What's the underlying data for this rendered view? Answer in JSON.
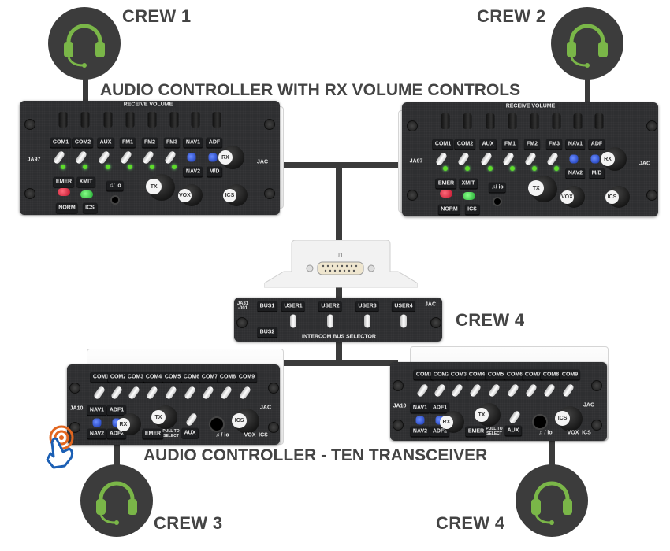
{
  "crews": {
    "crew1": "CREW 1",
    "crew2": "CREW 2",
    "crew3": "CREW 3",
    "crew4_mid": "CREW 4",
    "crew4_bottom": "CREW 4"
  },
  "titles": {
    "top": "AUDIO CONTROLLER WITH RX VOLUME CONTROLS",
    "bottom": "AUDIO CONTROLLER - TEN TRANSCEIVER"
  },
  "colors": {
    "headset_green": "#7ab648",
    "circle": "#3c3c3c",
    "wire": "#3b3b3b",
    "panel": "#2e2f31"
  },
  "rx_panel": {
    "model": "JA97",
    "brand": "JAC",
    "receive_volume": "RECEIVE VOLUME",
    "channels": [
      "COM1",
      "COM2",
      "AUX",
      "FM1",
      "FM2",
      "FM3",
      "NAV1",
      "ADF"
    ],
    "sub": [
      "NAV2",
      "M/D"
    ],
    "emer": "EMER",
    "xmit": "XMIT",
    "norm": "NORM",
    "ics_sw": "ICS",
    "music": "♫/ io",
    "knobs": {
      "rx": "RX",
      "tx": "TX",
      "vox": "VOX",
      "ics": "ICS"
    }
  },
  "j1_box": {
    "label": "J1"
  },
  "bus_selector": {
    "model": "JA31 -001",
    "brand": "JAC",
    "bus1": "BUS1",
    "bus2": "BUS2",
    "users": [
      "USER1",
      "USER2",
      "USER3",
      "USER4"
    ],
    "title": "INTERCOM BUS SELECTOR"
  },
  "ten_panel": {
    "model": "JA10",
    "brand": "JAC",
    "channels": [
      "COM1",
      "COM2",
      "COM3",
      "COM4",
      "COM5",
      "COM6",
      "COM7",
      "COM8",
      "COM9"
    ],
    "nav1": "NAV1",
    "adf1": "ADF1",
    "nav2": "NAV2",
    "adf2": "ADF2",
    "emer": "EMER",
    "pull": "PULL TO SELECT",
    "aux": "AUX",
    "music": "♫ / io",
    "ics": "ICS",
    "vox": "VOX",
    "knobs": {
      "rx": "RX",
      "tx": "TX",
      "ics": "ICS"
    }
  }
}
